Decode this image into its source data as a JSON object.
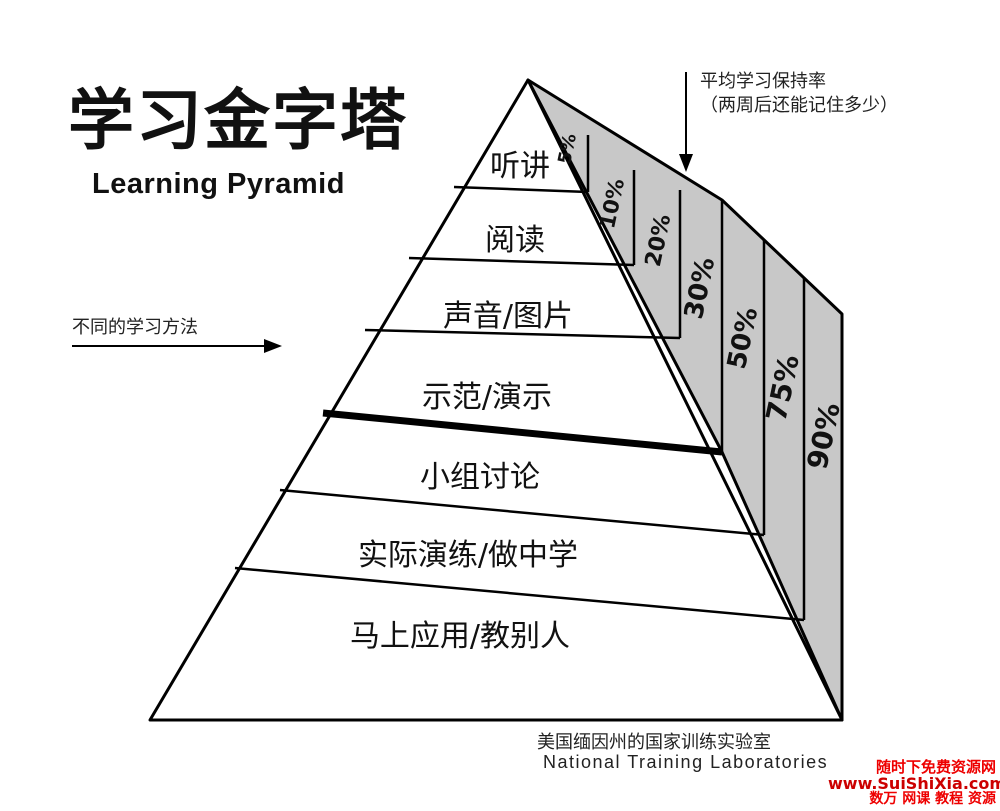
{
  "title_cn": "学习金字塔",
  "title_en": "Learning Pyramid",
  "left_label": "不同的学习方法",
  "retention_note": {
    "line1": "平均学习保持率",
    "line2": "（两周后还能记住多少）"
  },
  "layers": [
    {
      "label": "听讲",
      "retention": "5%"
    },
    {
      "label": "阅读",
      "retention": "10%"
    },
    {
      "label": "声音/图片",
      "retention": "20%"
    },
    {
      "label": "示范/演示",
      "retention": "30%"
    },
    {
      "label": "小组讨论",
      "retention": "50%"
    },
    {
      "label": "实际演练/做中学",
      "retention": "75%"
    },
    {
      "label": "马上应用/教别人",
      "retention": "90%"
    }
  ],
  "source": {
    "cn": "美国缅因州的国家训练实验室",
    "en": "National Training Laboratories"
  },
  "watermark": {
    "line1": "随时下免费资源网",
    "line2": "www.SuiShiXia.com",
    "line3": "数万 网课 教程 资源"
  },
  "colors": {
    "side_face": "#c8c8c8",
    "outline": "#000000",
    "watermark": "#e00000"
  }
}
